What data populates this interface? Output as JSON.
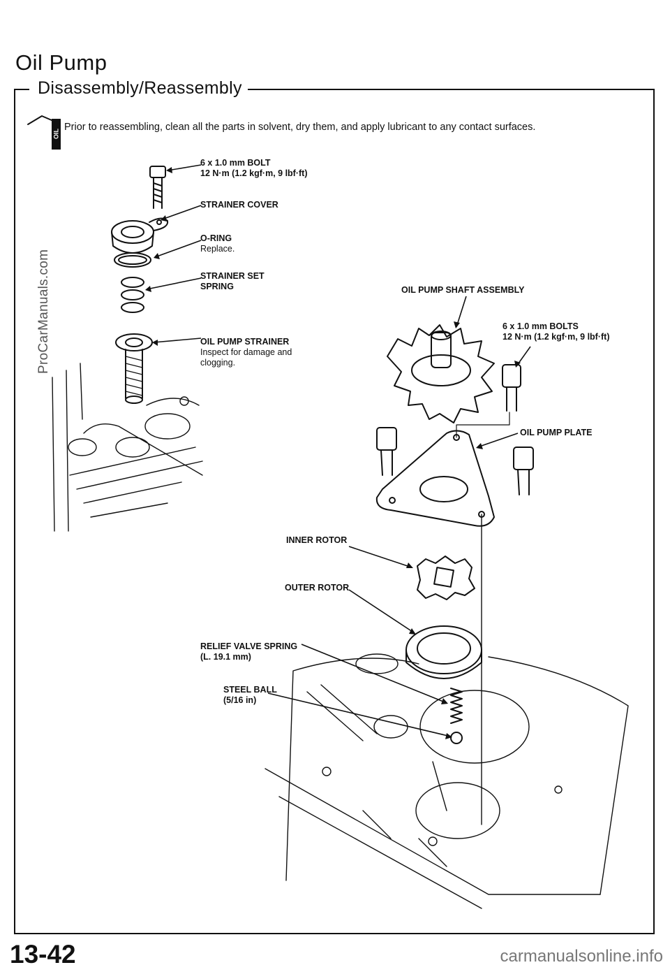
{
  "header": {
    "title": "Oil Pump"
  },
  "section": {
    "title": "Disassembly/Reassembly"
  },
  "note": {
    "badge": "OIL",
    "text": "Prior to reassembling, clean all the parts in solvent, dry them, and apply lubricant to any contact surfaces."
  },
  "callouts": {
    "bolt": {
      "title": "6 x 1.0 mm BOLT",
      "detail": "12 N·m (1.2 kgf·m, 9 lbf·ft)"
    },
    "strainer_cover": {
      "title": "STRAINER COVER"
    },
    "o_ring": {
      "title": "O-RING",
      "detail": "Replace."
    },
    "strainer_set_spring": {
      "title_line1": "STRAINER SET",
      "title_line2": "SPRING"
    },
    "oil_pump_strainer": {
      "title": "OIL PUMP STRAINER",
      "detail_line1": "Inspect for damage and",
      "detail_line2": "clogging."
    },
    "shaft_assembly": {
      "title": "OIL PUMP SHAFT ASSEMBLY"
    },
    "bolts": {
      "title": "6 x 1.0 mm BOLTS",
      "detail": "12 N·m (1.2 kgf·m, 9 lbf·ft)"
    },
    "pump_plate": {
      "title": "OIL PUMP PLATE"
    },
    "inner_rotor": {
      "title": "INNER ROTOR"
    },
    "outer_rotor": {
      "title": "OUTER ROTOR"
    },
    "relief_valve_spring": {
      "title": "RELIEF VALVE SPRING",
      "detail": "(L. 19.1 mm)"
    },
    "steel_ball": {
      "title": "STEEL BALL",
      "detail": "(5/16 in)"
    }
  },
  "watermark": "ProCarManuals.com",
  "footer": {
    "page_number": "13-42",
    "url": "carmanualsonline.info"
  }
}
